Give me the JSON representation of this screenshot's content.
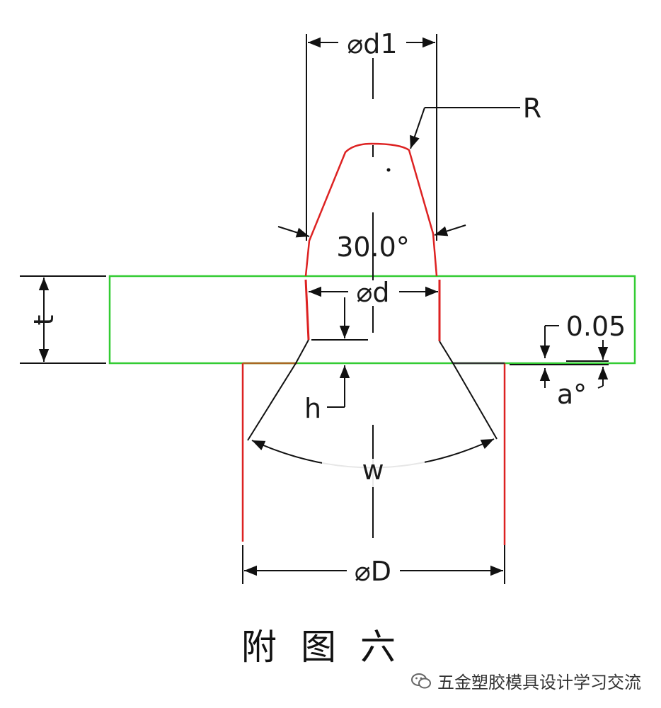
{
  "labels": {
    "d1": "⌀d1",
    "R": "R",
    "angle": "30.0°",
    "d": "⌀d",
    "t": "t",
    "offset": "0.05",
    "alpha": "a°",
    "h": "h",
    "w": "w",
    "D": "⌀D"
  },
  "caption": "附图六",
  "watermark": "五金塑胶模具设计学习交流",
  "icons": {
    "watermark_logo": "wechat-icon"
  },
  "colors": {
    "sheet": "#33cc33",
    "part_outline": "#dd2222",
    "dimension": "#111111"
  }
}
